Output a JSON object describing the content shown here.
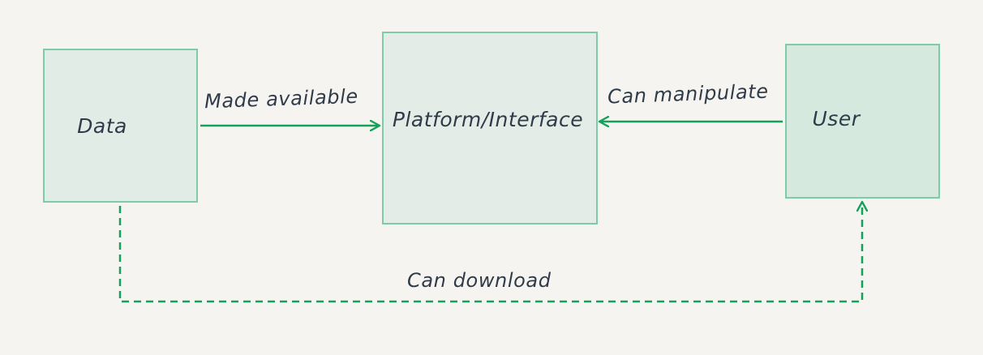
{
  "nodes": {
    "data": "Data",
    "platform": "Platform/Interface",
    "user": "User"
  },
  "edges": {
    "made_available": "Made available",
    "can_manipulate": "Can manipulate",
    "can_download": "Can download"
  },
  "colors": {
    "background": "#f5f4f0",
    "box_border": "#7ecba8",
    "arrow": "#16a05a",
    "text": "#2f3b48"
  }
}
